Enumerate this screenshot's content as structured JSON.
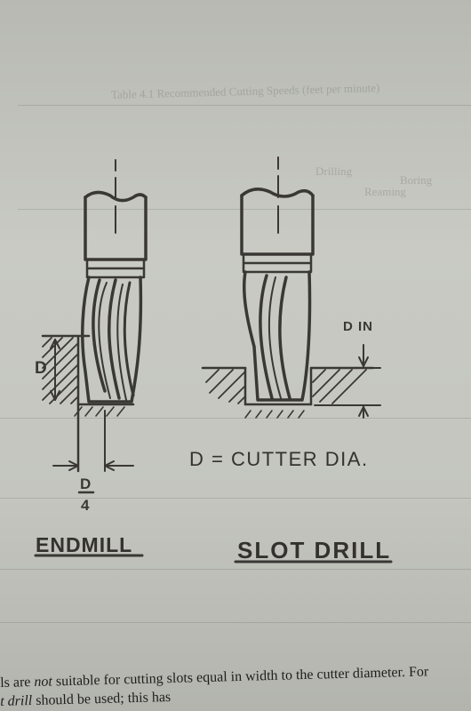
{
  "ghost_header": "Table 4.1 Recommended Cutting Speeds (feet per minute)",
  "ghost_col_1": "Drilling",
  "ghost_col_2": "Reaming",
  "ghost_col_3": "Boring",
  "labels": {
    "d_left": "D",
    "d_over_4_num": "D",
    "d_over_4_den": "4",
    "d_in": "D IN",
    "formula": "D = CUTTER DIA.",
    "endmill": "ENDMILL",
    "slot_drill": "SLOT DRILL"
  },
  "text_lines": {
    "line1_pre": "ls are ",
    "line1_em": "not",
    "line1_post": " suitable for cutting slots equal in width to the cutter diameter. For",
    "line2_em": "t drill",
    "line2_post": " should be used; this has"
  },
  "colors": {
    "ink": "#3a3834",
    "paper": "#c6c7c1"
  }
}
